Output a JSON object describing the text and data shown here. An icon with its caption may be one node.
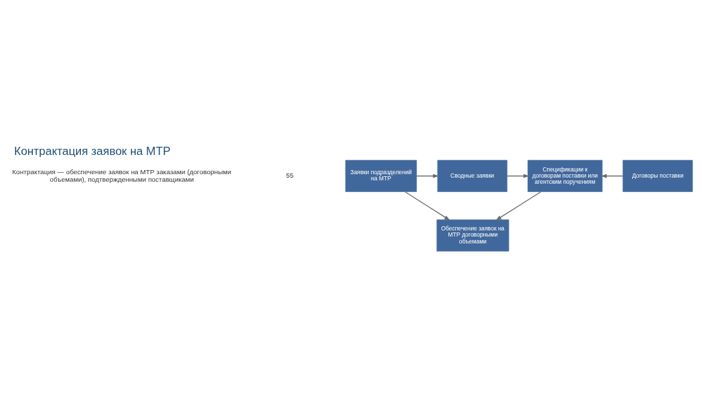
{
  "diagram": {
    "title": "Контрактация заявок на МТР",
    "nodes": [
      {
        "text": [
          "Заявки подразделений на МТР"
        ]
      },
      {
        "text": [
          "Сводные заявки"
        ]
      },
      {
        "text": [
          "Спецификации к договорам поставки или агентским поручениям"
        ]
      },
      {
        "text": [
          "Договоры поставки"
        ]
      },
      {
        "text": [
          "Обеспечение заявок на МТР договорными объемами"
        ]
      }
    ],
    "edges": [
      {
        "from": 0,
        "to": 1,
        "arrow": "to"
      },
      {
        "from": 1,
        "to": 2,
        "arrow": "to"
      },
      {
        "from": 3,
        "to": 2,
        "arrow": "to"
      },
      {
        "from": 0,
        "to": 4,
        "arrow": "to"
      },
      {
        "from": 2,
        "to": 4,
        "arrow": "to"
      }
    ],
    "labels": [
      "Контрактация — обеспечение заявок на МТР заказами (договорными объемами), подтвержденными поставщиками",
      "55"
    ]
  }
}
